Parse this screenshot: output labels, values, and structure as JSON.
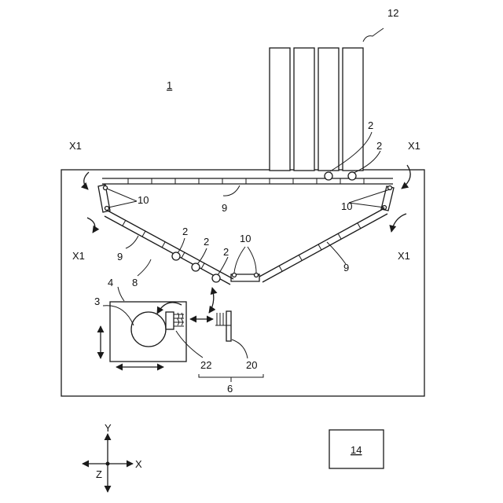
{
  "figure": {
    "labels": {
      "system": "1",
      "substrate_holder": "2",
      "substrate": "3",
      "stage": "4",
      "unit": "6",
      "chamber_arrangement": "8",
      "path_segment": "9",
      "junction": "10",
      "stack": "12",
      "controller": "14",
      "tool_a": "20",
      "tool_b": "22",
      "flow": "X1"
    },
    "axes": {
      "x": "X",
      "y": "Y",
      "z": "Z"
    }
  }
}
